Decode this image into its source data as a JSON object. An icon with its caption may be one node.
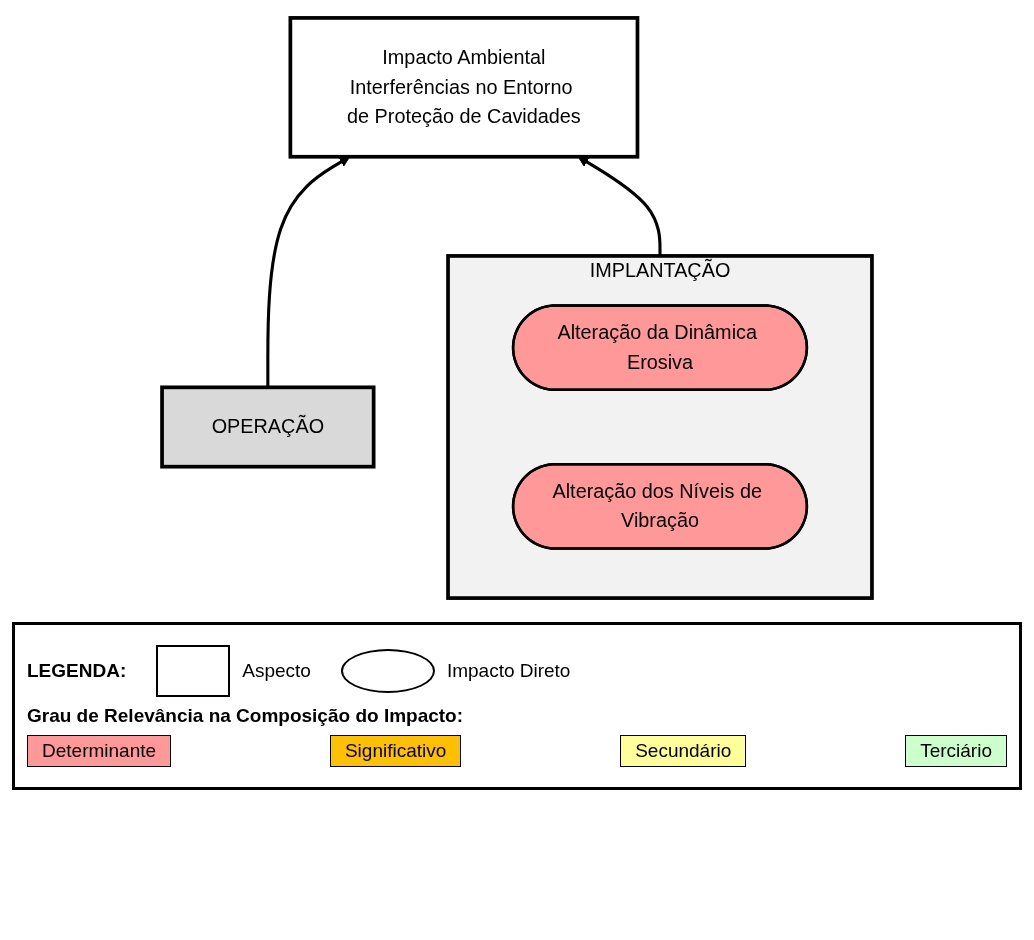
{
  "diagram": {
    "nodes": [
      {
        "text": [
          "Impacto Ambiental",
          "Interferências no Entorno de Proteção de Cavidades"
        ]
      },
      {
        "text": [
          "OPERAÇÃO"
        ]
      },
      {
        "text": [
          "IMPLANTAÇÃO"
        ]
      },
      {
        "text": [
          "Alteração da Dinâmica Erosiva"
        ],
        "in": 2
      },
      {
        "text": [
          "Alteração dos Níveis de Vibração"
        ],
        "in": 2
      }
    ],
    "edges": [
      {
        "from": 2,
        "to": 0,
        "arrow": "to"
      },
      {
        "from": 1,
        "to": 0,
        "arrow": "to"
      }
    ],
    "labels": [
      "LEGENDA:",
      "Grau de Relevância na Composição do Impacto:"
    ],
    "legend": [
      {
        "text": "Aspecto"
      },
      {
        "text": "Impacto Direto"
      },
      {
        "text": "Determinante",
        "color": "#ff9999"
      },
      {
        "text": "Significativo",
        "color": "#ffc000"
      },
      {
        "text": "Secundário",
        "color": "#ffff99"
      },
      {
        "text": "Terciário",
        "color": "#ccffcc"
      }
    ]
  }
}
